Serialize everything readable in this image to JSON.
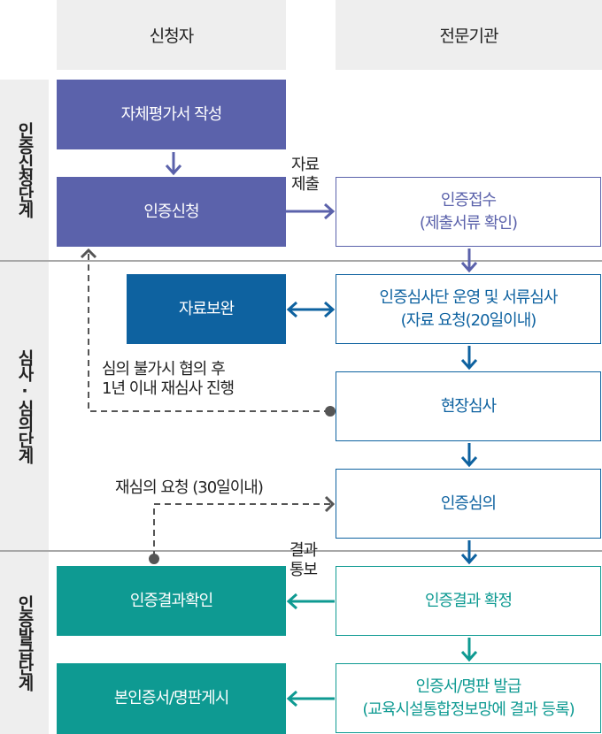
{
  "columns": {
    "applicant": "신청자",
    "agency": "전문기관"
  },
  "stages": [
    {
      "label": "인증신청단계"
    },
    {
      "label": "심사·심의단계"
    },
    {
      "label": "인증발급단계"
    }
  ],
  "applicant_boxes": [
    {
      "label": "자체평가서 작성"
    },
    {
      "label": "인증신청"
    },
    {
      "label": "자료보완"
    },
    {
      "label": "인증결과확인"
    },
    {
      "label": "본인증서/명판게시"
    }
  ],
  "agency_boxes": [
    {
      "label": "인증접수\n(제출서류 확인)"
    },
    {
      "label": "인증심사단 운영 및 서류심사\n(자료 요청(20일이내)"
    },
    {
      "label": "현장심사"
    },
    {
      "label": "인증심의"
    },
    {
      "label": "인증결과 확정"
    },
    {
      "label": "인증서/명판 발급\n(교육시설통합정보망에 결과 등록)"
    }
  ],
  "annotations": {
    "submit": "자료\n제출",
    "reexam": "심의 불가시 협의 후\n1년 이내 재심사 진행",
    "rereview": "재심의 요청 (30일이내)",
    "notify": "결과\n통보"
  },
  "colors": {
    "purple": "#5b62ab",
    "blue": "#0e62a0",
    "teal": "#0e9a92",
    "gray": "#555555",
    "header_bg": "#eeeeee"
  }
}
